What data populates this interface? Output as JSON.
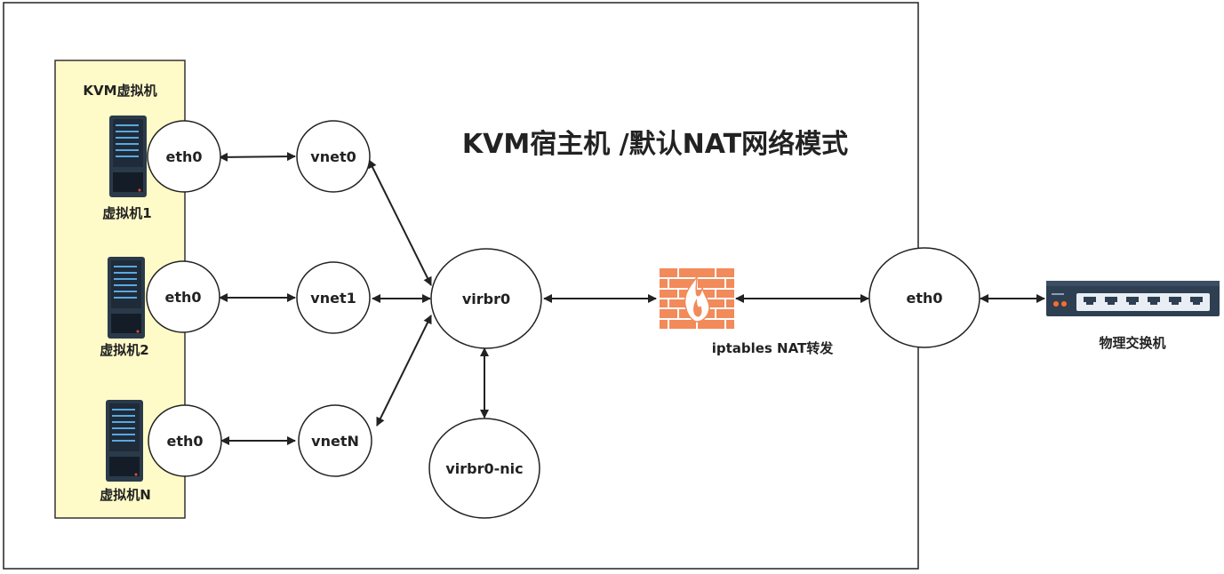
{
  "title": "KVM宿主机 /默认NAT网络模式",
  "vm_group": {
    "title": "KVM虚拟机",
    "vms": [
      {
        "name": "虚拟机1",
        "nic": "eth0",
        "tap": "vnet0"
      },
      {
        "name": "虚拟机2",
        "nic": "eth0",
        "tap": "vnet1"
      },
      {
        "name": "虚拟机N",
        "nic": "eth0",
        "tap": "vnetN"
      }
    ]
  },
  "bridge": {
    "name": "virbr0",
    "nic": "virbr0-nic"
  },
  "firewall": {
    "label": "iptables NAT转发",
    "icon": "firewall-icon"
  },
  "host_nic": "eth0",
  "switch": {
    "label": "物理交换机",
    "icon": "switch-icon"
  },
  "colors": {
    "vm_panel_fill": "#fffbc8",
    "vm_panel_stroke": "#333333",
    "server": "#2b3a4a",
    "firewall_brick": "#f28a5a",
    "switch_body": "#2f3f52",
    "switch_accent": "#ff6b2c"
  }
}
